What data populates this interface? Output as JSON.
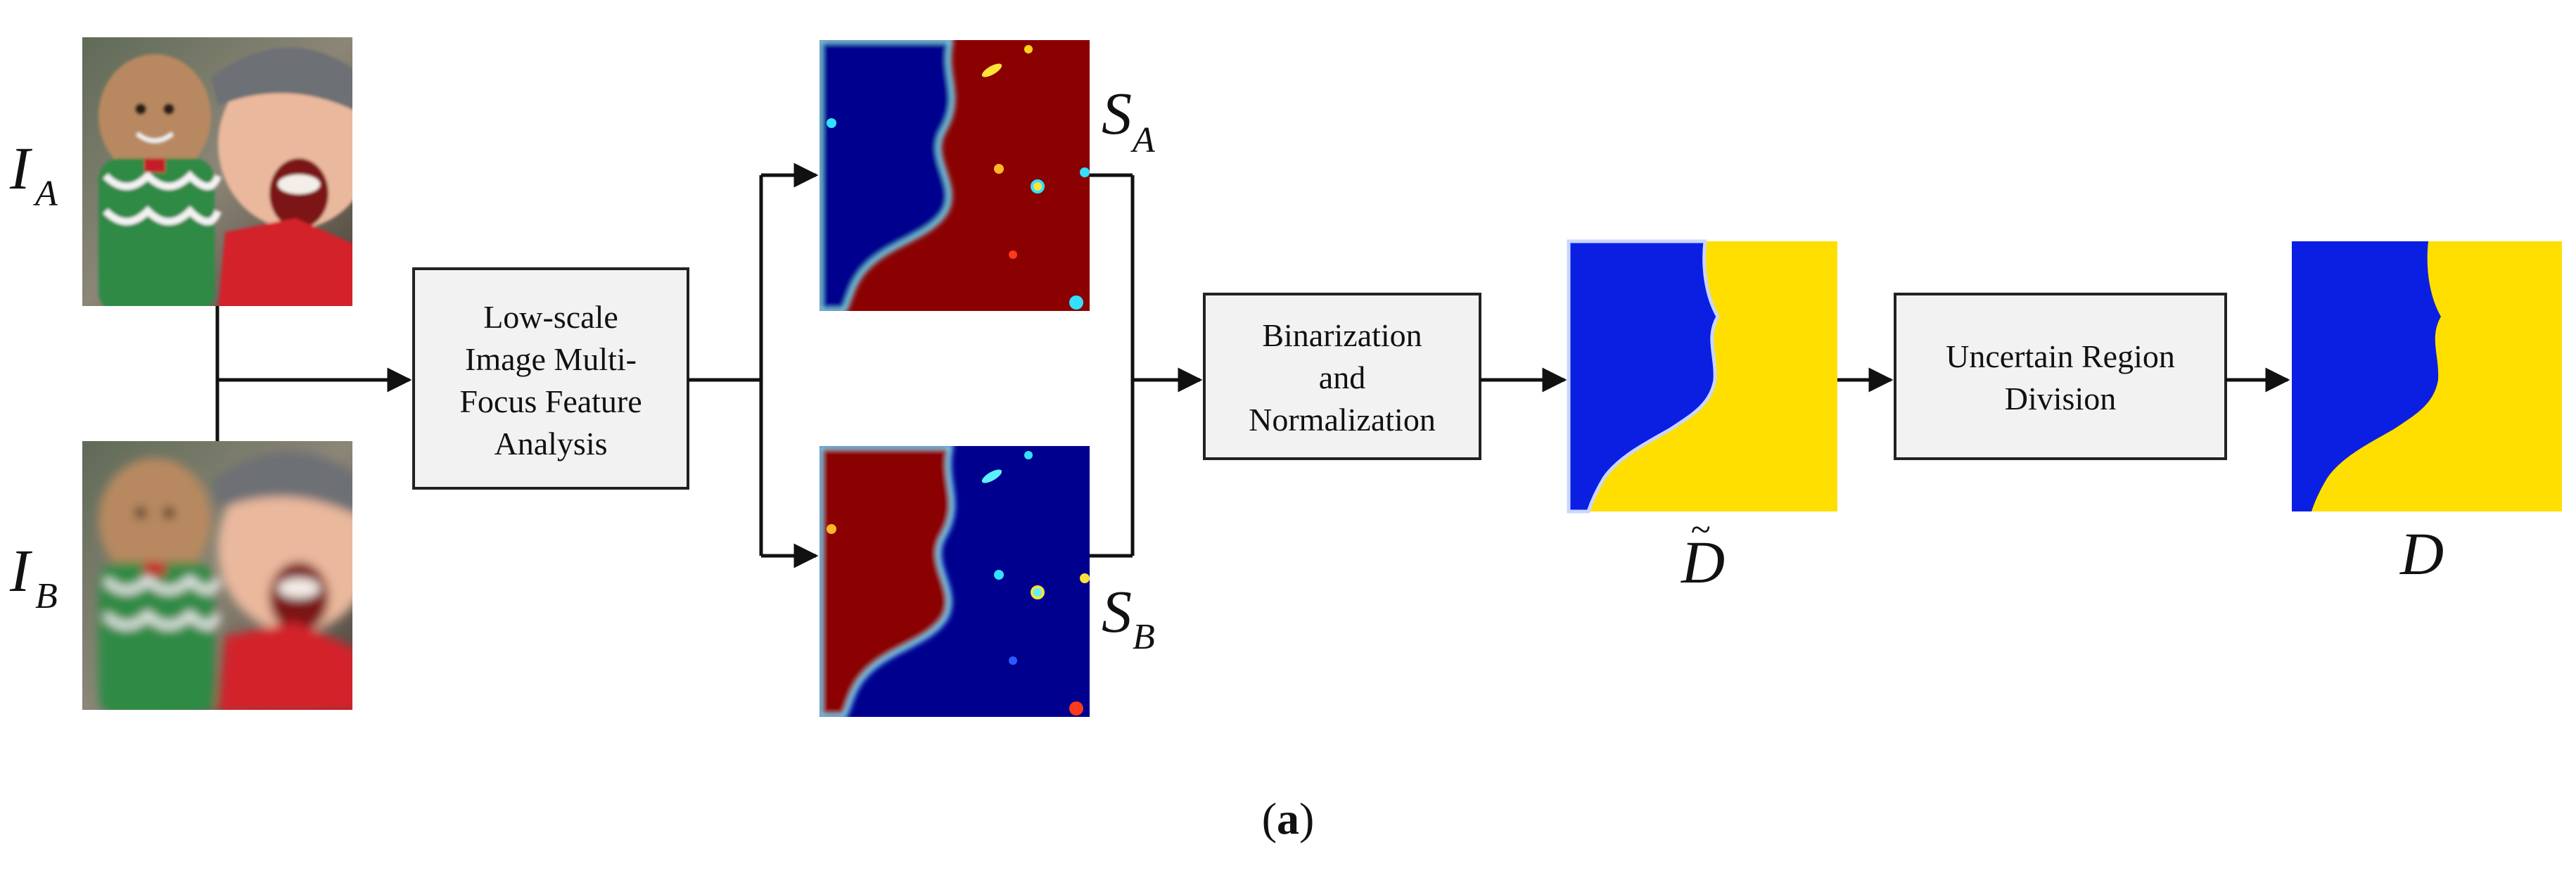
{
  "inputs": {
    "a_label": "I",
    "a_sub": "A",
    "b_label": "I",
    "b_sub": "B"
  },
  "feature_box": {
    "lines": [
      "Low-scale",
      "Image Multi-",
      "Focus Feature",
      "Analysis"
    ]
  },
  "score_maps": {
    "a_label": "S",
    "a_sub": "A",
    "b_label": "S",
    "b_sub": "B"
  },
  "binarization_box": {
    "lines": [
      "Binarization",
      "and",
      "Normalization"
    ]
  },
  "initial_map": {
    "label": "D",
    "accent": "~"
  },
  "uncertain_box": {
    "lines": [
      "Uncertain Region",
      "Division"
    ]
  },
  "final_map": {
    "label": "D"
  },
  "caption": {
    "open": "(",
    "letter": "a",
    "close": ")"
  },
  "colors": {
    "map_blue": "#0b1fe3",
    "map_yellow": "#fedf00",
    "score_red": "#8b0000",
    "score_navy": "#00008f",
    "box_fill": "#f2f2f2",
    "line": "#111111"
  }
}
